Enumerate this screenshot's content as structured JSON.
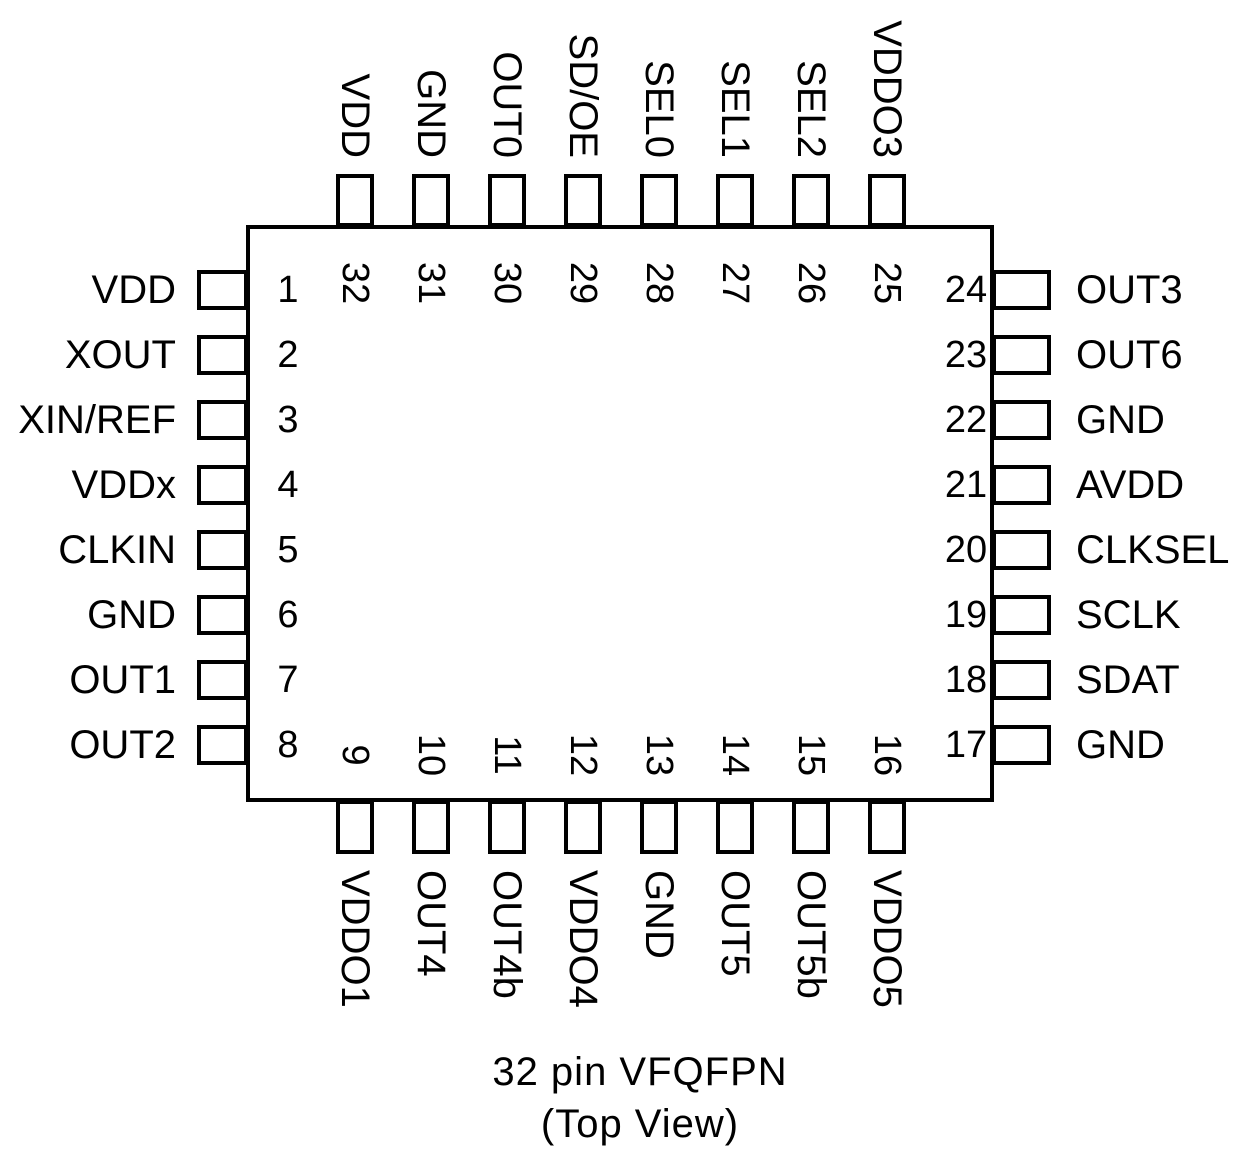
{
  "package": {
    "name": "32 pin VFQFPN",
    "view": "(Top View)"
  },
  "pins": {
    "left": [
      {
        "number": "1",
        "name": "VDD"
      },
      {
        "number": "2",
        "name": "XOUT"
      },
      {
        "number": "3",
        "name": "XIN/REF"
      },
      {
        "number": "4",
        "name": "VDDx"
      },
      {
        "number": "5",
        "name": "CLKIN"
      },
      {
        "number": "6",
        "name": "GND"
      },
      {
        "number": "7",
        "name": "OUT1"
      },
      {
        "number": "8",
        "name": "OUT2"
      }
    ],
    "bottom": [
      {
        "number": "9",
        "name": "VDDO1"
      },
      {
        "number": "10",
        "name": "OUT4"
      },
      {
        "number": "11",
        "name": "OUT4b"
      },
      {
        "number": "12",
        "name": "VDDO4"
      },
      {
        "number": "13",
        "name": "GND"
      },
      {
        "number": "14",
        "name": "OUT5"
      },
      {
        "number": "15",
        "name": "OUT5b"
      },
      {
        "number": "16",
        "name": "VDDO5"
      }
    ],
    "right": [
      {
        "number": "17",
        "name": "GND"
      },
      {
        "number": "18",
        "name": "SDAT"
      },
      {
        "number": "19",
        "name": "SCLK"
      },
      {
        "number": "20",
        "name": "CLKSEL"
      },
      {
        "number": "21",
        "name": "AVDD"
      },
      {
        "number": "22",
        "name": "GND"
      },
      {
        "number": "23",
        "name": "OUT6"
      },
      {
        "number": "24",
        "name": "OUT3"
      }
    ],
    "top": [
      {
        "number": "25",
        "name": "VDDO3"
      },
      {
        "number": "26",
        "name": "SEL2"
      },
      {
        "number": "27",
        "name": "SEL1"
      },
      {
        "number": "28",
        "name": "SEL0"
      },
      {
        "number": "29",
        "name": "SD/OE"
      },
      {
        "number": "30",
        "name": "OUT0"
      },
      {
        "number": "31",
        "name": "GND"
      },
      {
        "number": "32",
        "name": "VDD"
      }
    ]
  }
}
